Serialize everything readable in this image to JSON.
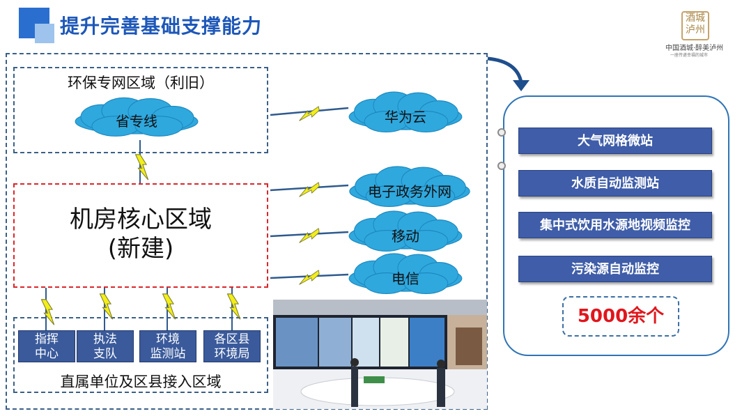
{
  "header": {
    "title": "提升完善基础支撑能力"
  },
  "logo": {
    "mark": "酒城泸州",
    "text1": "中国酒城·醉美泸州",
    "text2": "一座传递幸福的城市"
  },
  "regions": {
    "env_network": "环保专网区域（利旧）",
    "core_line1": "机房核心区域",
    "core_line2": "(新建)",
    "access_area": "直属单位及区县接入区域"
  },
  "clouds": {
    "province_line": "省专线",
    "huawei_cloud": "华为云",
    "egov_extranet": "电子政务外网",
    "mobile": "移动",
    "telecom": "电信"
  },
  "units": [
    {
      "line1": "指挥",
      "line2": "中心"
    },
    {
      "line1": "执法",
      "line2": "支队"
    },
    {
      "line1": "环境",
      "line2": "监测站"
    },
    {
      "line1": "各区县",
      "line2": "环境局"
    }
  ],
  "monitoring": {
    "items": [
      "大气网格微站",
      "水质自动监测站",
      "集中式饮用水源地视频监控",
      "污染源自动监控"
    ],
    "count": "5000余个"
  },
  "colors": {
    "title": "#1d57b8",
    "cloud": "#2fa8de",
    "button": "#3f5da8",
    "count_text": "#e0161c",
    "bolt": "#f2ee1a"
  }
}
